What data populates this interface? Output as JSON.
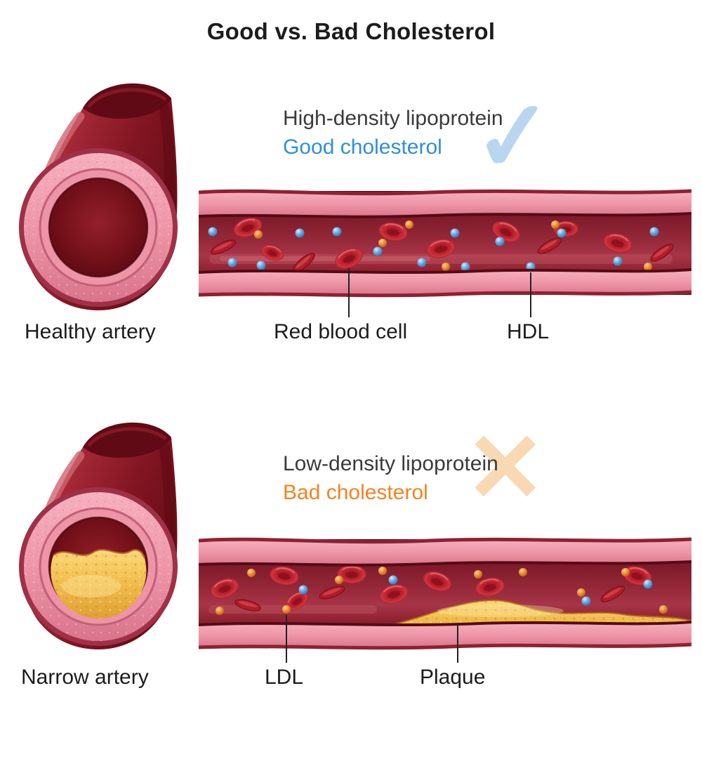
{
  "title": "Good vs. Bad Cholesterol",
  "colors": {
    "good_accent": "#2f8fd6",
    "bad_accent": "#f5821f",
    "heading_text": "#3a3a3a",
    "label_text": "#1c1c1c",
    "check_mark": "#aacdea",
    "cross_mark": "#f8d2a8"
  },
  "good_section": {
    "heading_line1": "High-density lipoprotein",
    "heading_line2": "Good cholesterol",
    "check_icon": "✓",
    "artery_label": "Healthy artery",
    "cell_label": "Red blood cell",
    "particle_label": "HDL"
  },
  "bad_section": {
    "heading_line1": "Low-density lipoprotein",
    "heading_line2": "Bad cholesterol",
    "cross_icon": "✕",
    "artery_label": "Narrow artery",
    "particle_label": "LDL",
    "plaque_label": "Plaque"
  }
}
